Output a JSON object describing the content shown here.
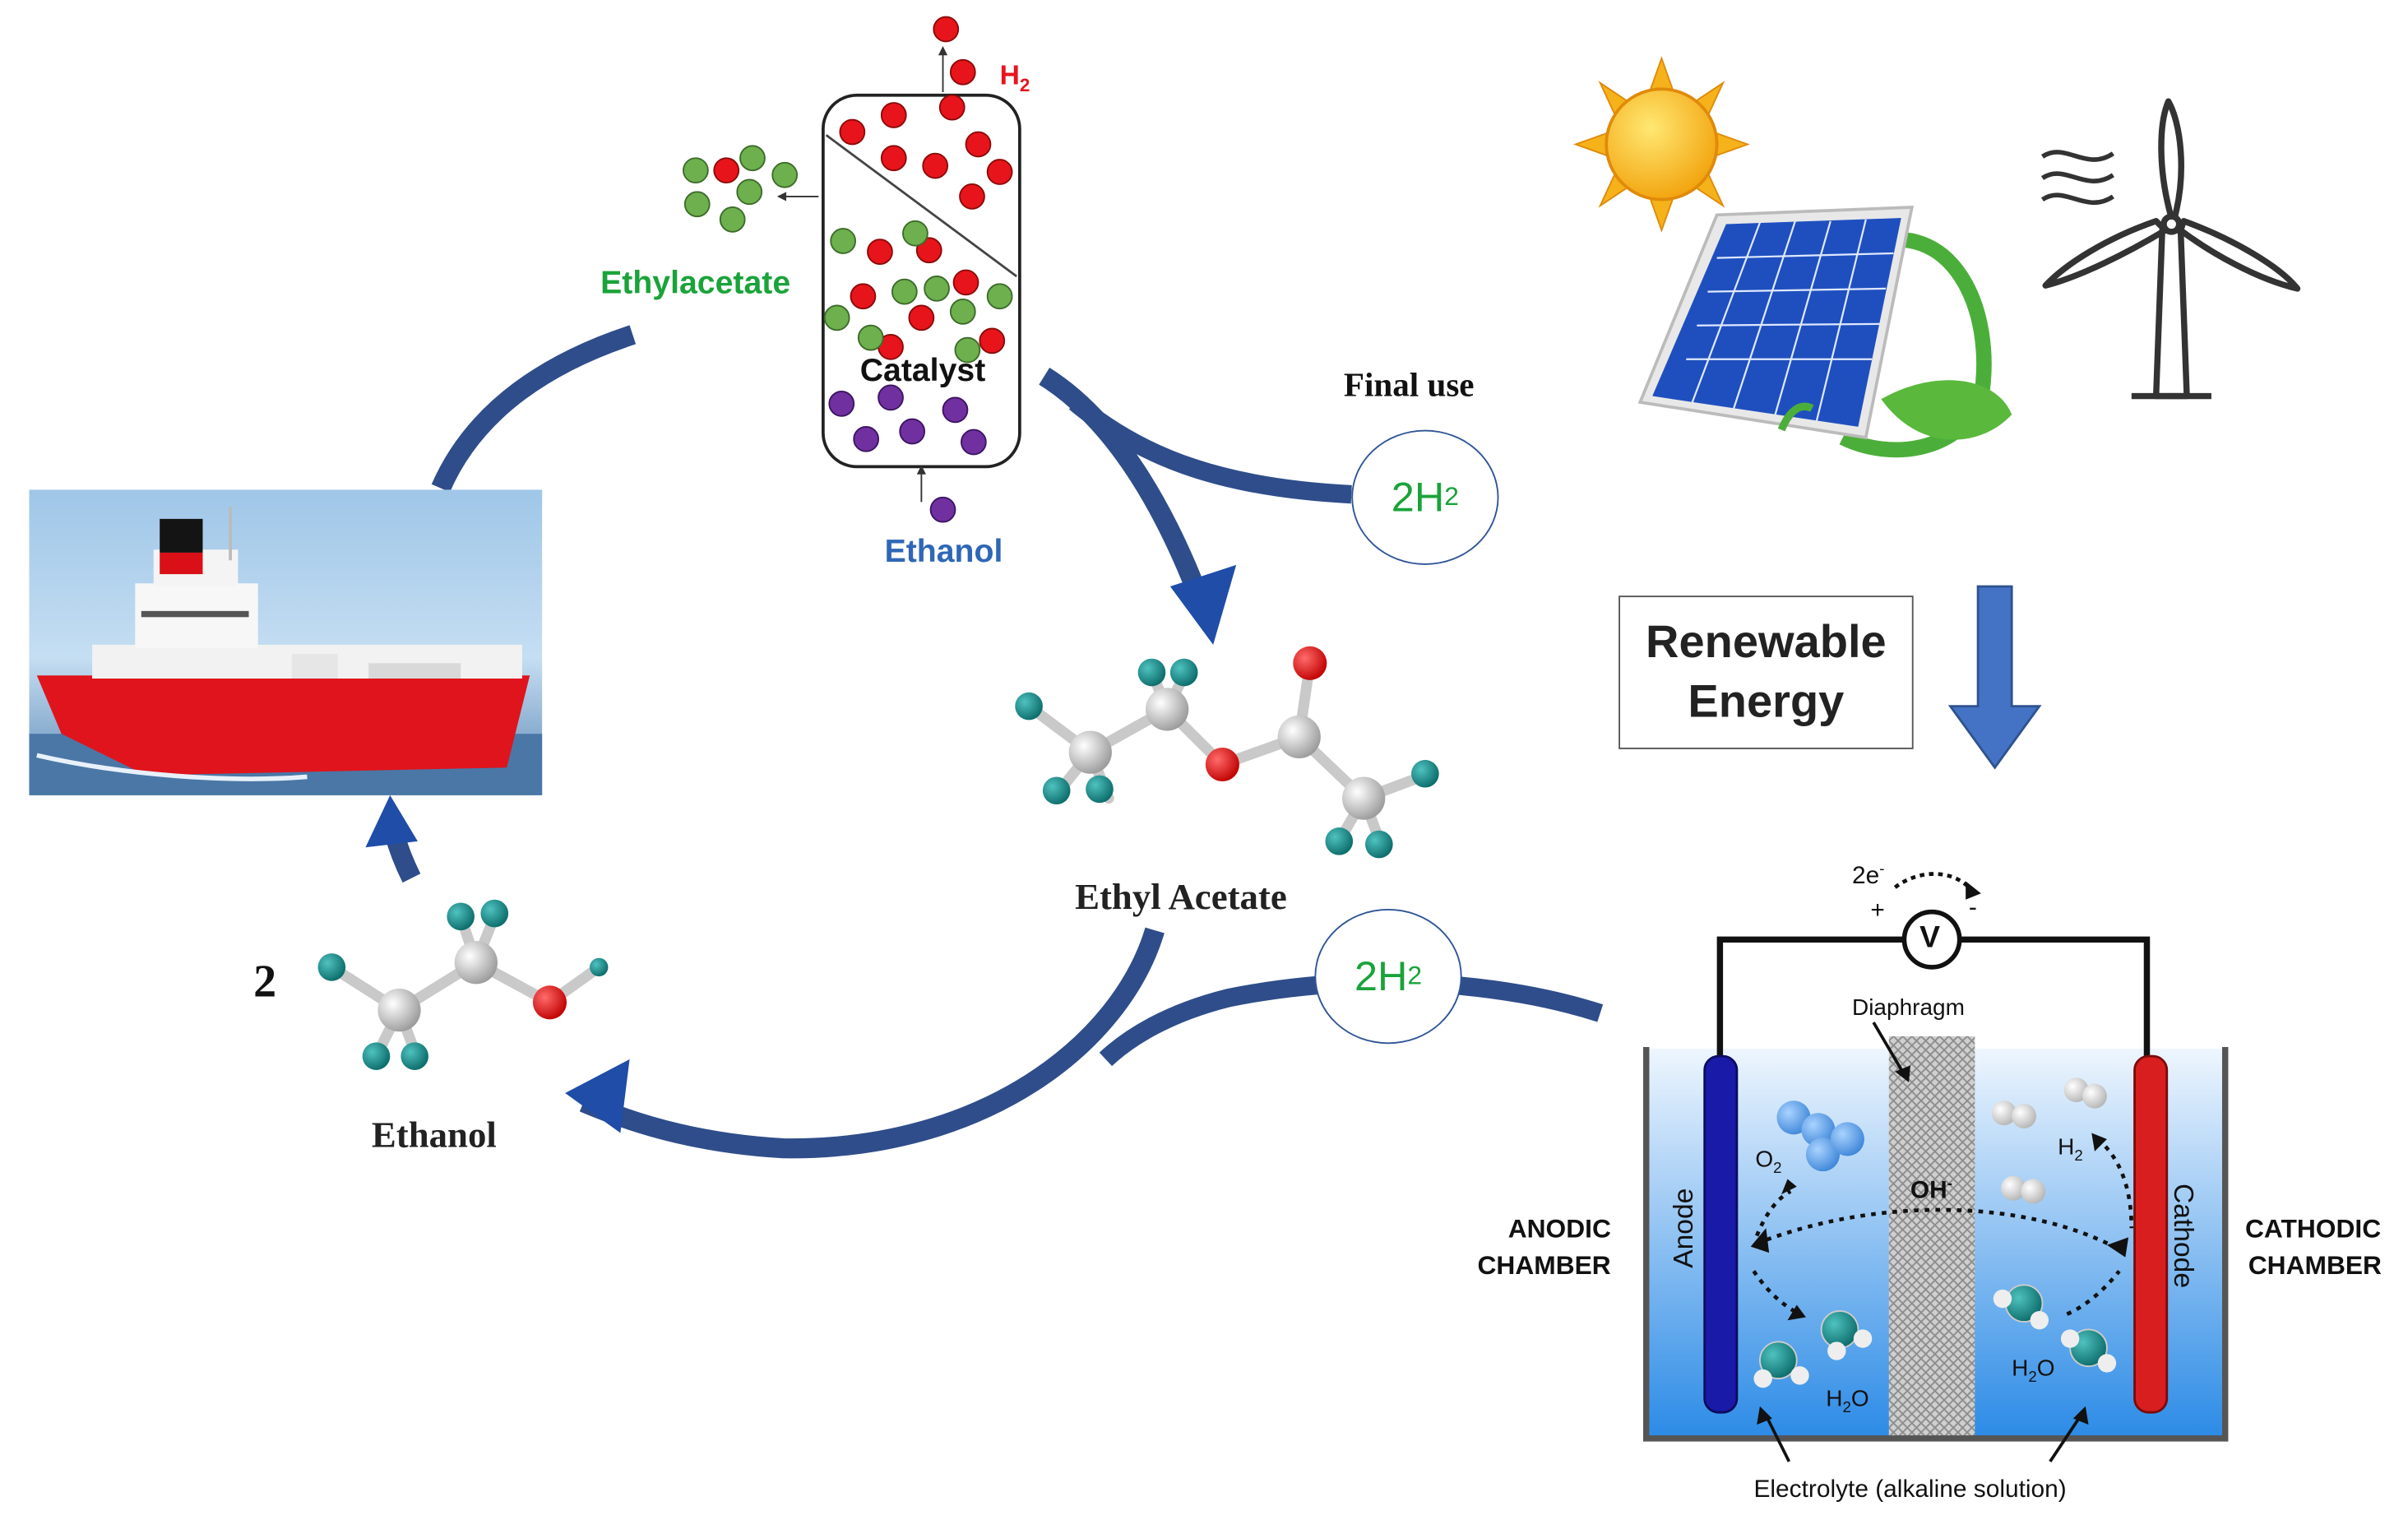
{
  "reactor": {
    "product_label": "Ethylacetate",
    "h2_label": "H",
    "h2_sub": "2",
    "catalyst_label": "Catalyst",
    "feed_label": "Ethanol"
  },
  "final_use_label": "Final use",
  "h2_badge_top": {
    "coef": "2H",
    "sub": "2"
  },
  "h2_badge_bottom": {
    "coef": "2H",
    "sub": "2"
  },
  "ethyl_acetate_label": "Ethyl Acetate",
  "ethanol_molecule": {
    "coefficient": "2",
    "label": "Ethanol"
  },
  "renewable_box": {
    "line1": "Renewable",
    "line2": "Energy"
  },
  "electrolyzer": {
    "electrons_label": "2e",
    "electrons_sup": "-",
    "plus": "+",
    "minus": "-",
    "voltmeter": "V",
    "diaphragm_label": "Diaphragm",
    "oh_label": "OH",
    "oh_sup": "-",
    "o2_label": "O",
    "o2_sub": "2",
    "h2_label": "H",
    "h2_sub": "2",
    "h2o_left": "H",
    "h2o_left_sub": "2",
    "h2o_left_end": "O",
    "h2o_right": "H",
    "h2o_right_sub": "2",
    "h2o_right_end": "O",
    "anode_label": "Anode",
    "cathode_label": "Cathode",
    "anodic_line1": "ANODIC",
    "anodic_line2": "CHAMBER",
    "cathodic_line1": "CATHODIC",
    "cathodic_line2": "CHAMBER",
    "electrolyte_label": "Electrolyte (alkaline solution)"
  },
  "colors": {
    "flow_arrow": "#2f4d8a",
    "arrow_head": "#1f4da8",
    "green_molecule": "#6db04d",
    "red_molecule": "#e8141b",
    "purple_molecule": "#7030a0",
    "anode": "#1a1aa8",
    "cathode": "#d81e1e",
    "electrolyte_top": "#e6f2fd",
    "electrolyte_bottom": "#2f8ee8",
    "h2_badge_text": "#1aa33a"
  }
}
